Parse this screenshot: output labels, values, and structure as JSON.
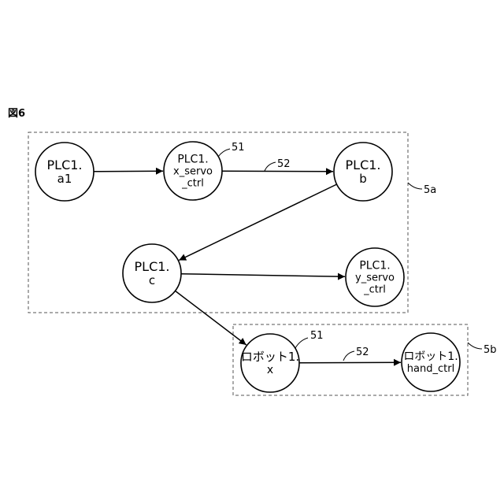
{
  "figure": {
    "title": "図6"
  },
  "groups": [
    {
      "id": "5a",
      "label": "5a"
    },
    {
      "id": "5b",
      "label": "5b"
    }
  ],
  "nodes": [
    {
      "id": "a1",
      "lines": [
        "PLC1.",
        "a1"
      ]
    },
    {
      "id": "x_servo",
      "lines": [
        "PLC1.",
        "x_servo",
        "_ctrl"
      ]
    },
    {
      "id": "b",
      "lines": [
        "PLC1.",
        "b"
      ]
    },
    {
      "id": "c",
      "lines": [
        "PLC1.",
        "c"
      ]
    },
    {
      "id": "y_servo",
      "lines": [
        "PLC1.",
        "y_servo",
        "_ctrl"
      ]
    },
    {
      "id": "robot_x",
      "lines": [
        "ロボット1.",
        "x"
      ]
    },
    {
      "id": "robot_hand",
      "lines": [
        "ロボット1.",
        "hand_ctrl"
      ]
    }
  ],
  "edges": [
    {
      "from": "a1",
      "to": "x_servo"
    },
    {
      "from": "x_servo",
      "to": "b",
      "label": "52"
    },
    {
      "from": "b",
      "to": "c"
    },
    {
      "from": "c",
      "to": "y_servo"
    },
    {
      "from": "c",
      "to": "robot_x"
    },
    {
      "from": "robot_x",
      "to": "robot_hand",
      "label": "52"
    }
  ],
  "callouts": [
    {
      "target": "x_servo",
      "label": "51"
    },
    {
      "target": "robot_x",
      "label": "51"
    }
  ]
}
